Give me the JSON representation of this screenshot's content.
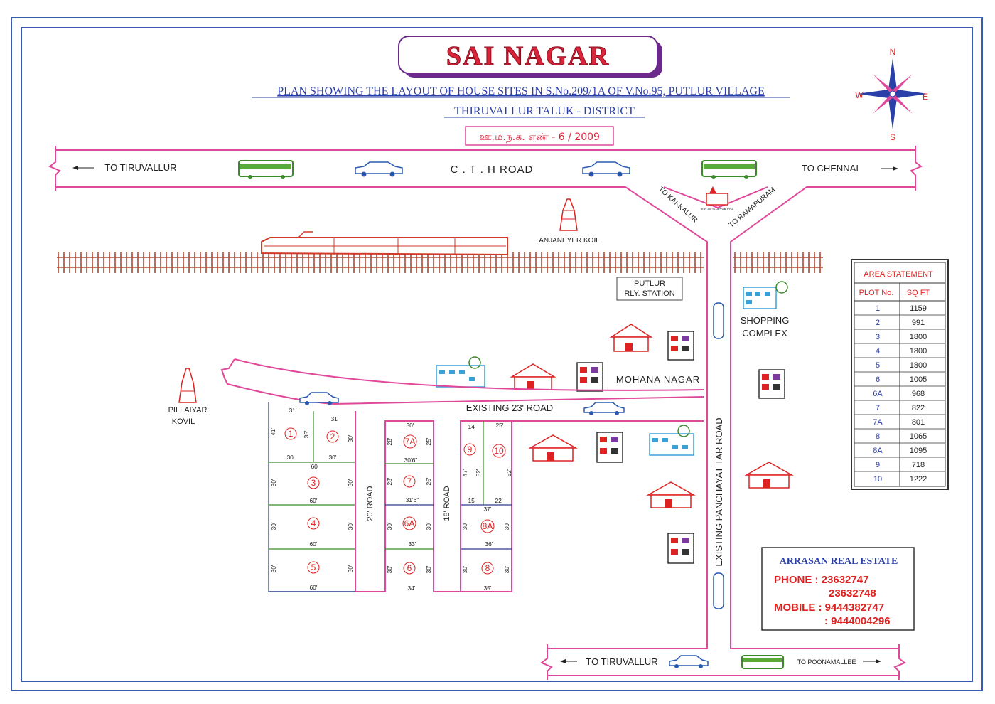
{
  "title": "SAI NAGAR",
  "subtitle1": "PLAN SHOWING THE LAYOUT OF HOUSE SITES IN S.No.209/1A OF V.No.95, PUTLUR VILLAGE",
  "subtitle2": "THIRUVALLUR TALUK - DISTRICT",
  "approval_no": "ஊ.ம.ந.க. எண் -  6 / 2009",
  "compass": {
    "n": "N",
    "s": "S",
    "e": "E",
    "w": "W"
  },
  "roads": {
    "cth_road": "C . T . H  ROAD",
    "to_tiruvallur_top": "TO TIRUVALLUR",
    "to_chennai": "TO CHENNAI",
    "to_kakkalur": "TO KAKKALUR",
    "to_ramapuram": "TO RAMAPURAM",
    "existing_23_road": "EXISTING 23' ROAD",
    "road_20": "20' ROAD",
    "road_18": "18' ROAD",
    "panchayat_road": "EXISTING PANCHAYAT TAR ROAD",
    "to_tiruvallur_bottom": "TO TIRUVALLUR",
    "to_poonamallee": "TO POONAMALLEE"
  },
  "landmarks": {
    "anjaneyer_koil": "ANJANEYER KOIL",
    "temple_small": "SRI ANJANEYAR KOIL",
    "putlur_station_1": "PUTLUR",
    "putlur_station_2": "RLY. STATION",
    "shopping_1": "SHOPPING",
    "shopping_2": "COMPLEX",
    "mohana_nagar": "MOHANA  NAGAR",
    "pillaiyar_1": "PILLAIYAR",
    "pillaiyar_2": "KOVIL"
  },
  "plot_dims": {
    "p1_top": "31'",
    "p1_left": "41'",
    "p1_right": "35'",
    "p1_bottom": "30'",
    "p2_top": "31'",
    "p2_right": "30'",
    "p2_bottom": "30'",
    "p3_top": "60'",
    "p3_left": "30'",
    "p3_right": "30'",
    "p3_bottom": "60'",
    "p4_left": "30'",
    "p4_right": "30'",
    "p4_bottom": "60'",
    "p5_left": "30'",
    "p5_right": "30'",
    "p5_bottom": "60'",
    "p7a_top": "30'",
    "p7a_left": "28'",
    "p7a_right": "25'",
    "p7a_bottom": "30'6\"",
    "p7_left": "28'",
    "p7_right": "25'",
    "p7_bottom": "31'6\"",
    "p6a_left": "30'",
    "p6a_right": "30'",
    "p6a_bottom": "33'",
    "p6_left": "30'",
    "p6_right": "30'",
    "p6_bottom": "34'",
    "p9_top": "14'",
    "p9_left": "47'",
    "p9_right": "52'",
    "p9_bottom": "15'",
    "p10_top": "25'",
    "p10_right": "52'",
    "p10_bottom": "22'",
    "p8a_top": "37'",
    "p8a_left": "30'",
    "p8a_right": "30'",
    "p8a_bottom": "36'",
    "p8_left": "30'",
    "p8_right": "30'",
    "p8_bottom": "35'"
  },
  "area_statement": {
    "title": "AREA STATEMENT",
    "headers": [
      "PLOT No.",
      "SQ FT"
    ],
    "rows": [
      [
        "1",
        "1159"
      ],
      [
        "2",
        "991"
      ],
      [
        "3",
        "1800"
      ],
      [
        "4",
        "1800"
      ],
      [
        "5",
        "1800"
      ],
      [
        "6",
        "1005"
      ],
      [
        "6A",
        "968"
      ],
      [
        "7",
        "822"
      ],
      [
        "7A",
        "801"
      ],
      [
        "8",
        "1065"
      ],
      [
        "8A",
        "1095"
      ],
      [
        "9",
        "718"
      ],
      [
        "10",
        "1222"
      ]
    ]
  },
  "agency": {
    "name": "ARRASAN REAL ESTATE",
    "phone_label": "PHONE : 23632747",
    "phone2": "23632748",
    "mobile_label": "MOBILE : 9444382747",
    "mobile2": ": 9444004296"
  },
  "colors": {
    "border": "#3b5bb0",
    "road": "#e0489a",
    "plot_line": "#2a3a8a",
    "plot_number": "#d22",
    "title": "#d9243a",
    "subtitle": "#2a3fa8",
    "rail": "#a33"
  }
}
